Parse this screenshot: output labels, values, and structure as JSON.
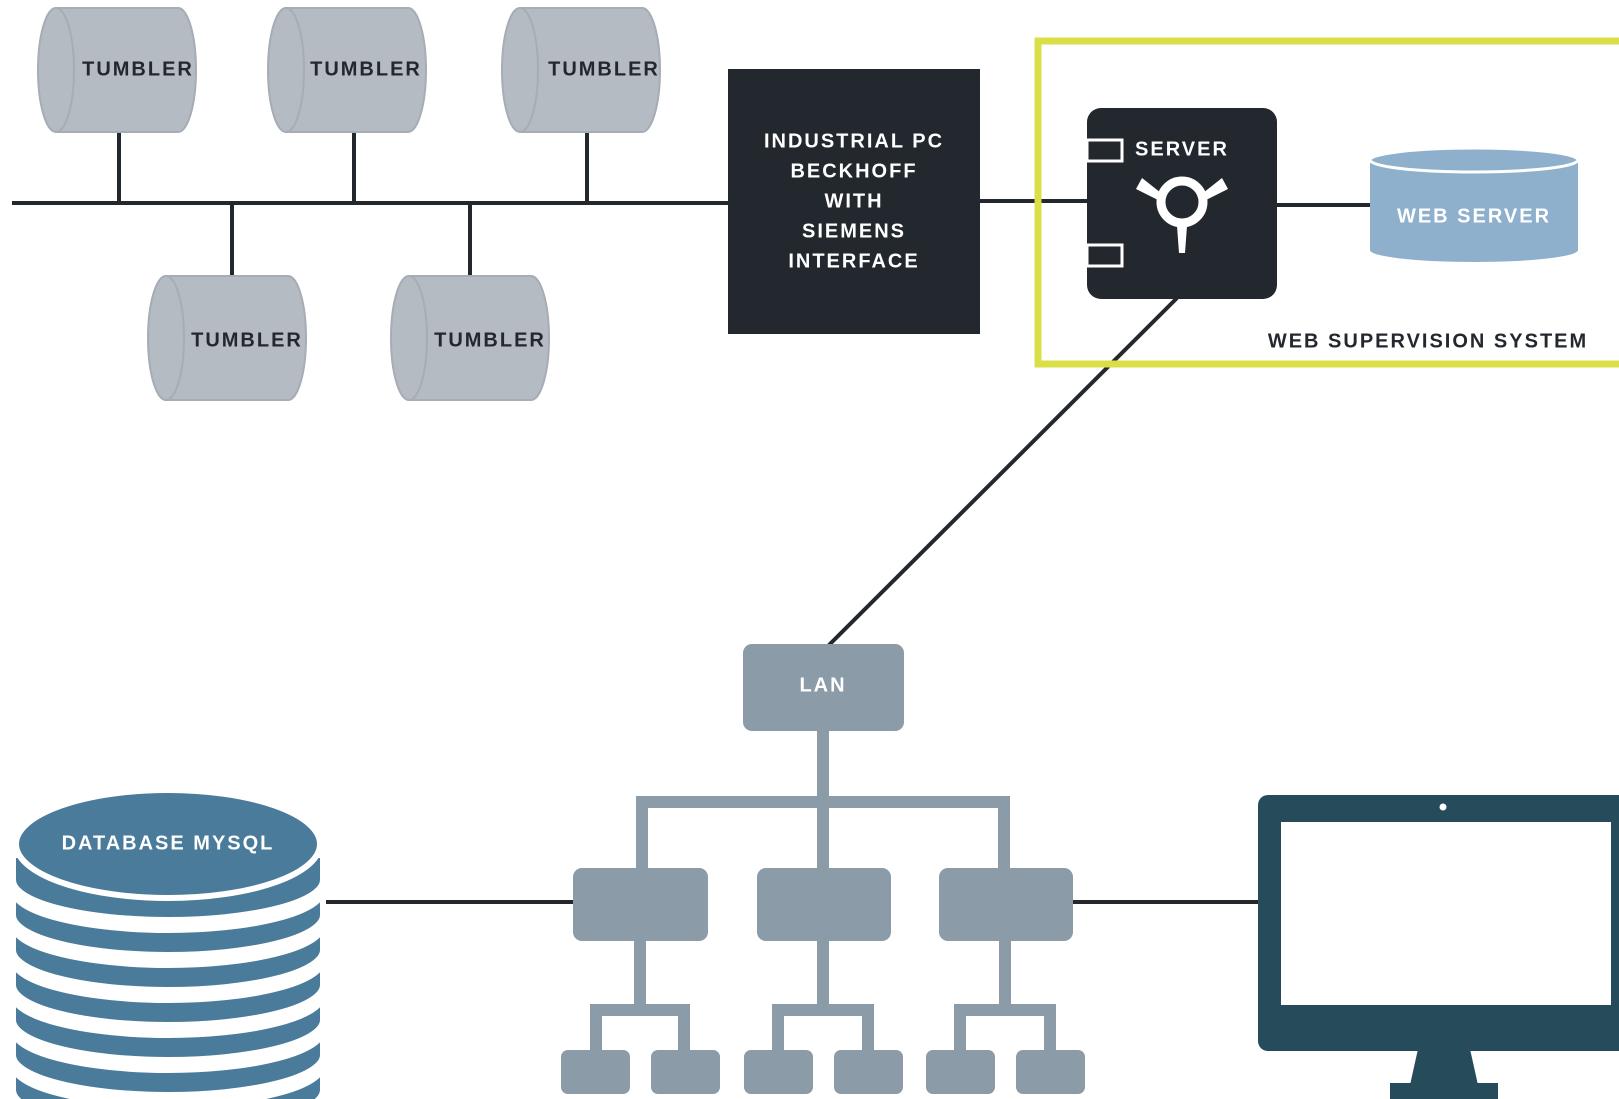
{
  "colors": {
    "line": "#23272e",
    "tumbler_fill": "#b5bbc2",
    "tumbler_edge": "#a6adb5",
    "dark_box": "#23272e",
    "web_server": "#8eb0cc",
    "supervision_border": "#dbdf47",
    "lan": "#8b9ba8",
    "database": "#4a7b9b",
    "monitor": "#264b5a"
  },
  "tumblers": [
    {
      "label": "TUMBLER"
    },
    {
      "label": "TUMBLER"
    },
    {
      "label": "TUMBLER"
    },
    {
      "label": "TUMBLER"
    },
    {
      "label": "TUMBLER"
    }
  ],
  "industrial_pc": {
    "lines": [
      "INDUSTRIAL PC",
      "BECKHOFF",
      "WITH",
      "SIEMENS",
      "INTERFACE"
    ]
  },
  "server": {
    "label": "SERVER",
    "icon": "server-component-icon"
  },
  "web_server": {
    "label": "WEB SERVER"
  },
  "web_supervision": {
    "label": "WEB SUPERVISION SYSTEM"
  },
  "lan": {
    "label": "LAN",
    "icon": "network-tree-icon"
  },
  "database": {
    "label": "DATABASE MYSQL",
    "icon": "database-stack-icon"
  },
  "monitor": {
    "icon": "monitor-icon"
  }
}
